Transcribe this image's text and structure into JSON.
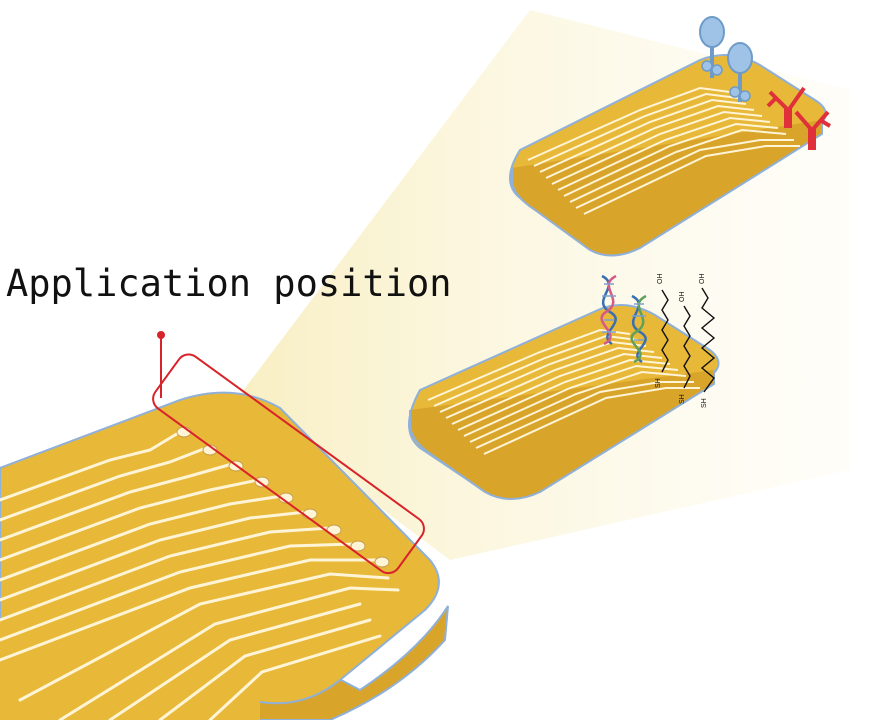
{
  "label": {
    "text": "Application position"
  },
  "colors": {
    "chip_gold": "#E8B838",
    "chip_gold_dark": "#D9A42A",
    "chip_edge": "#8FB0D8",
    "trace": "#FFF5D6",
    "highlight_red": "#D8232A",
    "beam": "#FBF3D0",
    "aptamer_blue": "#9EC3E6",
    "antibody_red": "#E0313A",
    "dna_blue": "#3A6FB0",
    "dna_pink": "#D65A86"
  },
  "chain_labels": {
    "top": "OH",
    "bottom": "SH"
  },
  "elements": {
    "large_chip": "chip-with-electrode-array",
    "chip_biomolecules": "chip-with-aptamers-and-antibodies",
    "chip_dna_thiols": "chip-with-dna-and-thiol-chains"
  }
}
